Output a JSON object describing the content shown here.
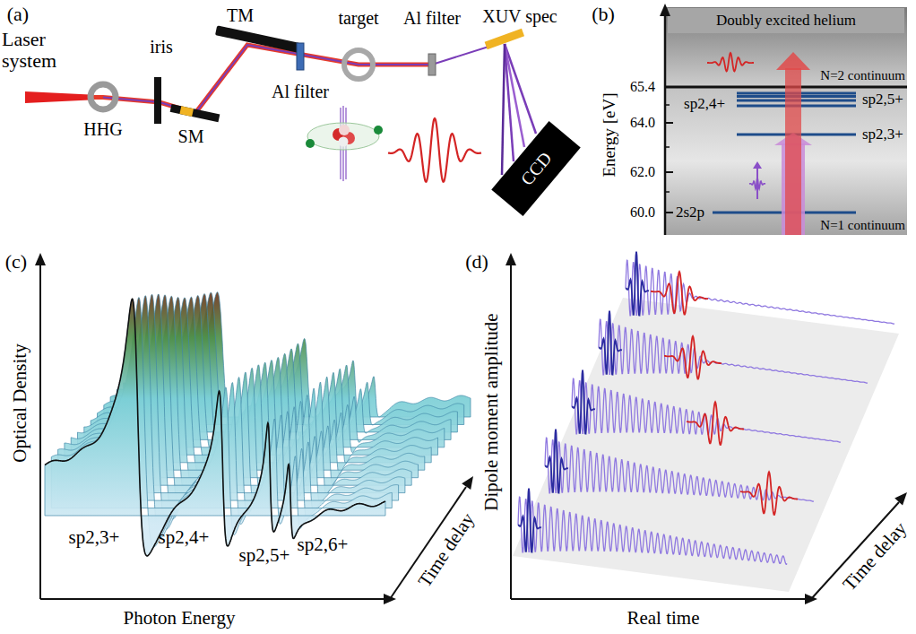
{
  "diagram": {
    "nodes": [
      {
        "text": [
          "CCD"
        ]
      }
    ],
    "labels": [
      "(a)",
      "Laser system",
      "HHG",
      "iris",
      "TM",
      "SM",
      "Al filter",
      "target",
      "Al filter",
      "XUV spec",
      "(b)",
      "Doubly excited helium",
      "Energy [eV]",
      "65.4",
      "64.0",
      "62.0",
      "60.0",
      "N=2 continuum",
      "N=1 continuum",
      "2s2p",
      "sp2,4+",
      "sp2,5+",
      "sp2,3+",
      "(c)",
      "Optical Density",
      "Photon Energy",
      "Time delay",
      "sp2,3+",
      "sp2,4+",
      "sp2,5+",
      "sp2,6+",
      "(d)",
      "Dipole moment amplitude",
      "Real time",
      "Time delay"
    ]
  }
}
